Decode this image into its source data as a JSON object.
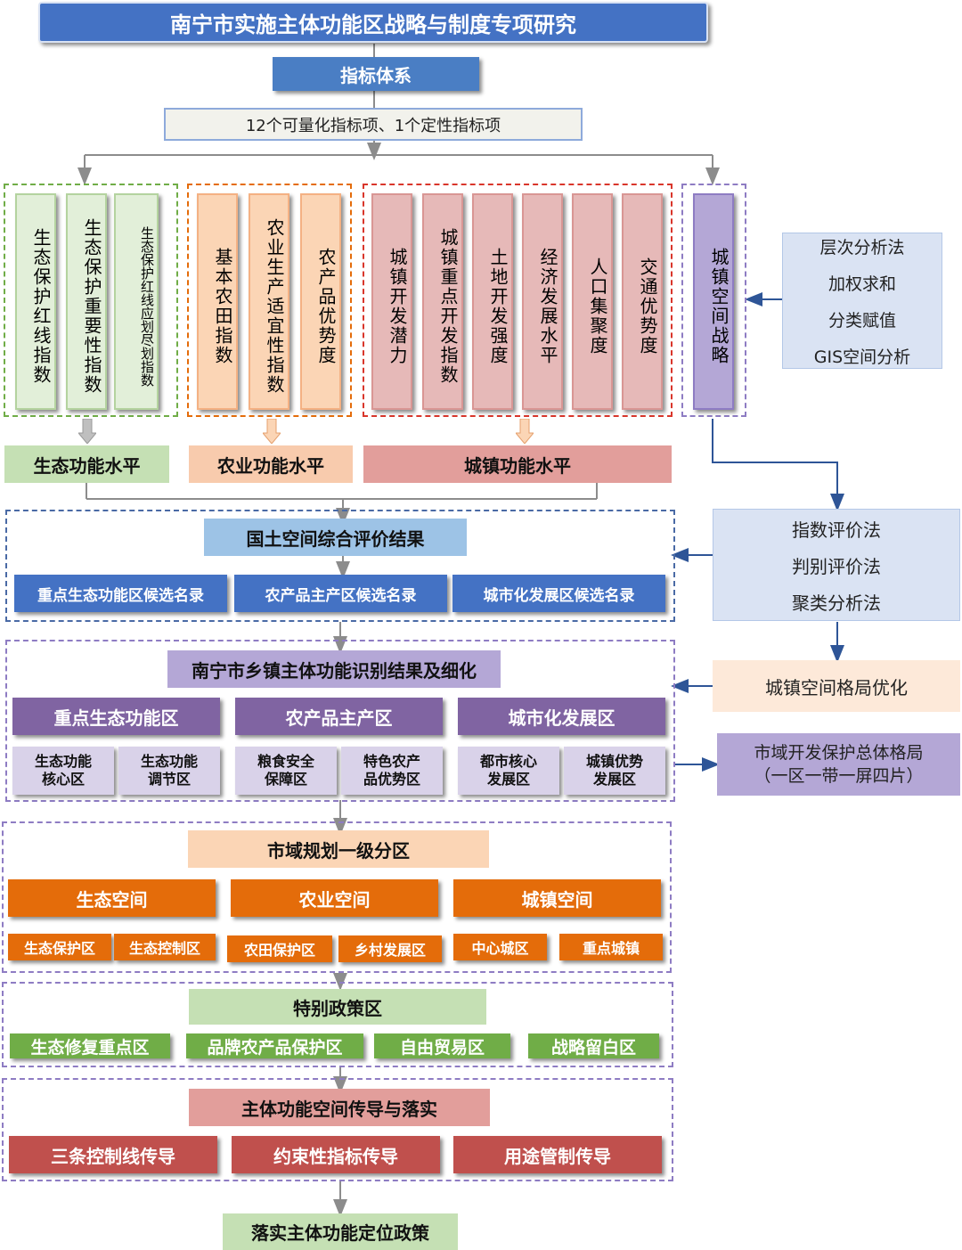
{
  "title": "南宁市实施主体功能区战略与制度专项研究",
  "indicator_system": "指标体系",
  "indicator_summary": "12个可量化指标项、1个定性指标项",
  "groups": {
    "eco": [
      "生态保护红线指数",
      "生态保护重要性指数",
      "生态保护红线应划尽划指数"
    ],
    "agri": [
      "基本农田指数",
      "农业生产适宜性指数",
      "农产品优势度"
    ],
    "urban": [
      "城镇开发潜力",
      "城镇重点开发指数",
      "土地开发强度",
      "经济发展水平",
      "人口集聚度",
      "交通优势度"
    ],
    "qualitative": "城镇空间战略"
  },
  "methods_a": [
    "层次分析法",
    "加权求和",
    "分类赋值",
    "GIS空间分析"
  ],
  "levels": {
    "eco": "生态功能水平",
    "agri": "农业功能水平",
    "urban": "城镇功能水平"
  },
  "evaluation": {
    "title": "国土空间综合评价结果",
    "lists": [
      "重点生态功能区候选名录",
      "农产品主产区候选名录",
      "城市化发展区候选名录"
    ]
  },
  "methods_b": [
    "指数评价法",
    "判别评价法",
    "聚类分析法"
  ],
  "optimization": "城镇空间格局优化",
  "overall_pattern": [
    "市域开发保护总体格局",
    "（一区一带一屏四片）"
  ],
  "township": {
    "title": "南宁市乡镇主体功能识别结果及细化",
    "categories": [
      "重点生态功能区",
      "农产品主产区",
      "城市化发展区"
    ],
    "subs": [
      "生态功能核心区",
      "生态功能调节区",
      "粮食安全保障区",
      "特色农产品优势区",
      "都市核心发展区",
      "城镇优势发展区"
    ]
  },
  "zoning": {
    "title": "市域规划一级分区",
    "spaces": [
      "生态空间",
      "农业空间",
      "城镇空间"
    ],
    "subs": [
      "生态保护区",
      "生态控制区",
      "农田保护区",
      "乡村发展区",
      "中心城区",
      "重点城镇"
    ]
  },
  "special": {
    "title": "特别政策区",
    "items": [
      "生态修复重点区",
      "品牌农产品保护区",
      "自由贸易区",
      "战略留白区"
    ]
  },
  "transmission": {
    "title": "主体功能空间传导与落实",
    "items": [
      "三条控制线传导",
      "约束性指标传导",
      "用途管制传导"
    ]
  },
  "final": "落实主体功能定位政策",
  "colors": {
    "title_blue": "#4472c4",
    "green_light": "#e2efd9",
    "green_mid": "#c5e0b4",
    "green_dark": "#70ad47",
    "orange_light": "#fbd5b5",
    "orange_dark": "#e46c0a",
    "pink_light": "#e6b9b8",
    "red_dark": "#c0504d",
    "purple_light": "#b4a7d6",
    "purple_mid": "#8064a2",
    "blue_light": "#dae3f3",
    "blue_mid": "#9dc3e6",
    "dash_green": "#70ad47",
    "dash_orange": "#e46c0a",
    "dash_red": "#c0504d",
    "dash_purple": "#8e7cc3",
    "dash_blue": "#4a6aa5"
  }
}
